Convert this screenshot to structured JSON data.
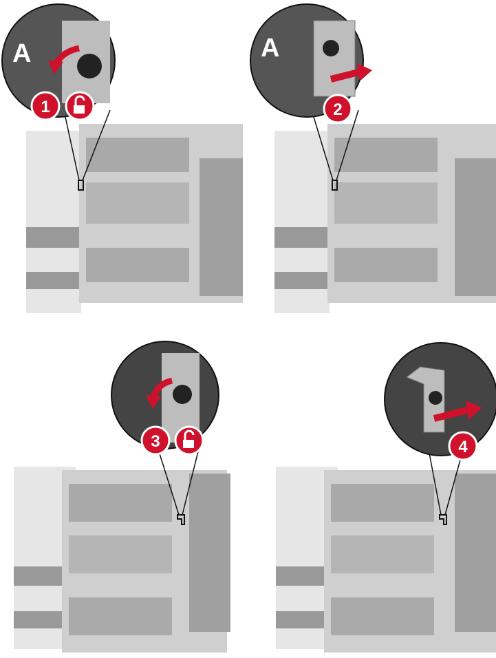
{
  "panels": [
    {
      "step": "1",
      "zone_letter": "A",
      "action": "unlock"
    },
    {
      "step": "2",
      "zone_letter": "A",
      "action": "pull"
    },
    {
      "step": "3",
      "zone_letter": "",
      "action": "unlock"
    },
    {
      "step": "4",
      "zone_letter": "",
      "action": "pull"
    }
  ],
  "colors": {
    "accent_red": "#d0112b",
    "printer_gray": "#b9b9b9",
    "dark_gray": "#3a3a3a"
  }
}
